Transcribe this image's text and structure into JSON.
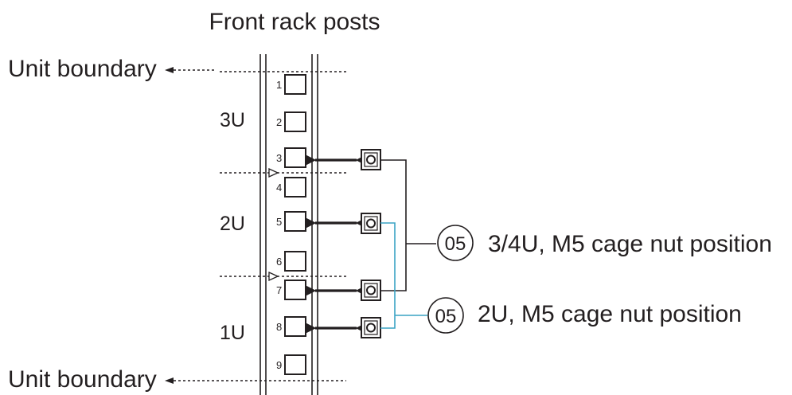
{
  "title": "Front rack posts",
  "boundary_top": "Unit boundary",
  "boundary_bottom": "Unit boundary",
  "units": [
    "3U",
    "2U",
    "1U"
  ],
  "holes": [
    "1",
    "2",
    "3",
    "4",
    "5",
    "6",
    "7",
    "8",
    "9"
  ],
  "callouts": [
    {
      "number": "05",
      "text": "3/4U, M5 cage nut position",
      "color": "#231f20"
    },
    {
      "number": "05",
      "text": "2U, M5 cage nut position",
      "color": "#3aa3c4"
    }
  ]
}
